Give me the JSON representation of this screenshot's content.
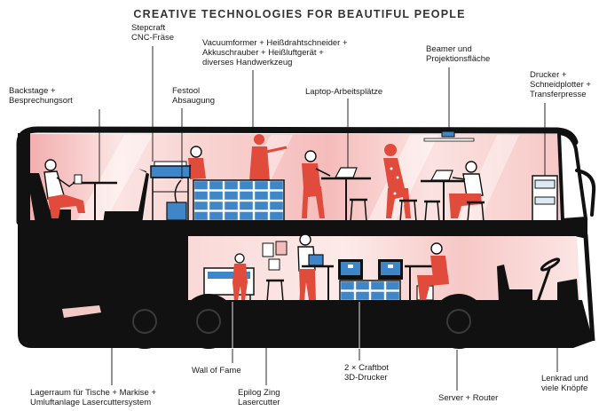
{
  "title": "CREATIVE TECHNOLOGIES FOR BEAUTIFUL PEOPLE",
  "labels": {
    "stepcraft": [
      "Stepcraft",
      "CNC-Fräse"
    ],
    "vacuumformer": [
      "Vacuumformer + Heißdrahtschneider +",
      "Akkuschrauber + Heißluftgerät +",
      "diverses Handwerkzeug"
    ],
    "beamer": [
      "Beamer und",
      "Projektionsfläche"
    ],
    "drucker": [
      "Drucker +",
      "Schneidplotter +",
      "Transferpresse"
    ],
    "backstage": [
      "Backstage +",
      "Besprechungsort"
    ],
    "festool": [
      "Festool",
      "Absaugung"
    ],
    "laptop": [
      "Laptop-Arbeitsplätze"
    ],
    "wall_of_fame": [
      "Wall of Fame"
    ],
    "craftbot": [
      "2 × Craftbot",
      "3D-Drucker"
    ],
    "lenkrad": [
      "Lenkrad und",
      "viele Knöpfe"
    ],
    "lagerraum": [
      "Lagerraum für Tische + Markise +",
      "Umluftanlage Lasercuttersystem"
    ],
    "epilog": [
      "Epilog Zing",
      "Lasercutter"
    ],
    "server": [
      "Server + Router"
    ]
  },
  "colors": {
    "person_red": "#e14b3b",
    "shelf_blue": "#3f86c8",
    "bus_black": "#111111",
    "title_ink": "#333333"
  }
}
